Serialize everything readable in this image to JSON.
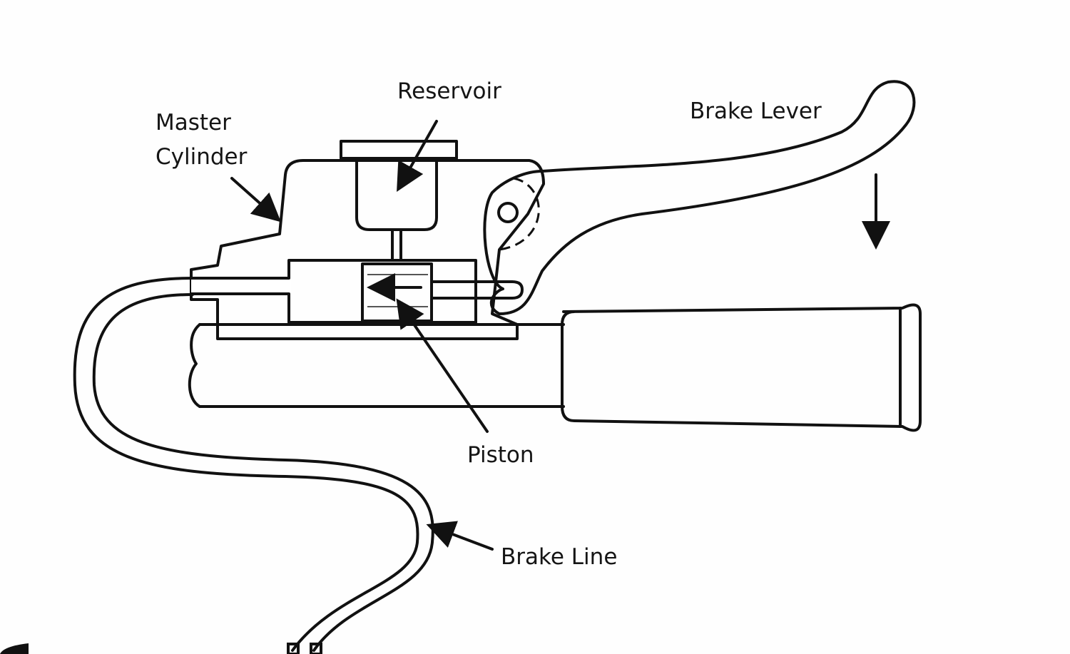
{
  "diagram": {
    "labels": {
      "master_cylinder_line1": "Master",
      "master_cylinder_line2": "Cylinder",
      "reservoir": "Reservoir",
      "brake_lever": "Brake Lever",
      "piston": "Piston",
      "brake_line": "Brake Line"
    },
    "colors": {
      "ink": "#111111",
      "background": "#fefefe"
    }
  }
}
